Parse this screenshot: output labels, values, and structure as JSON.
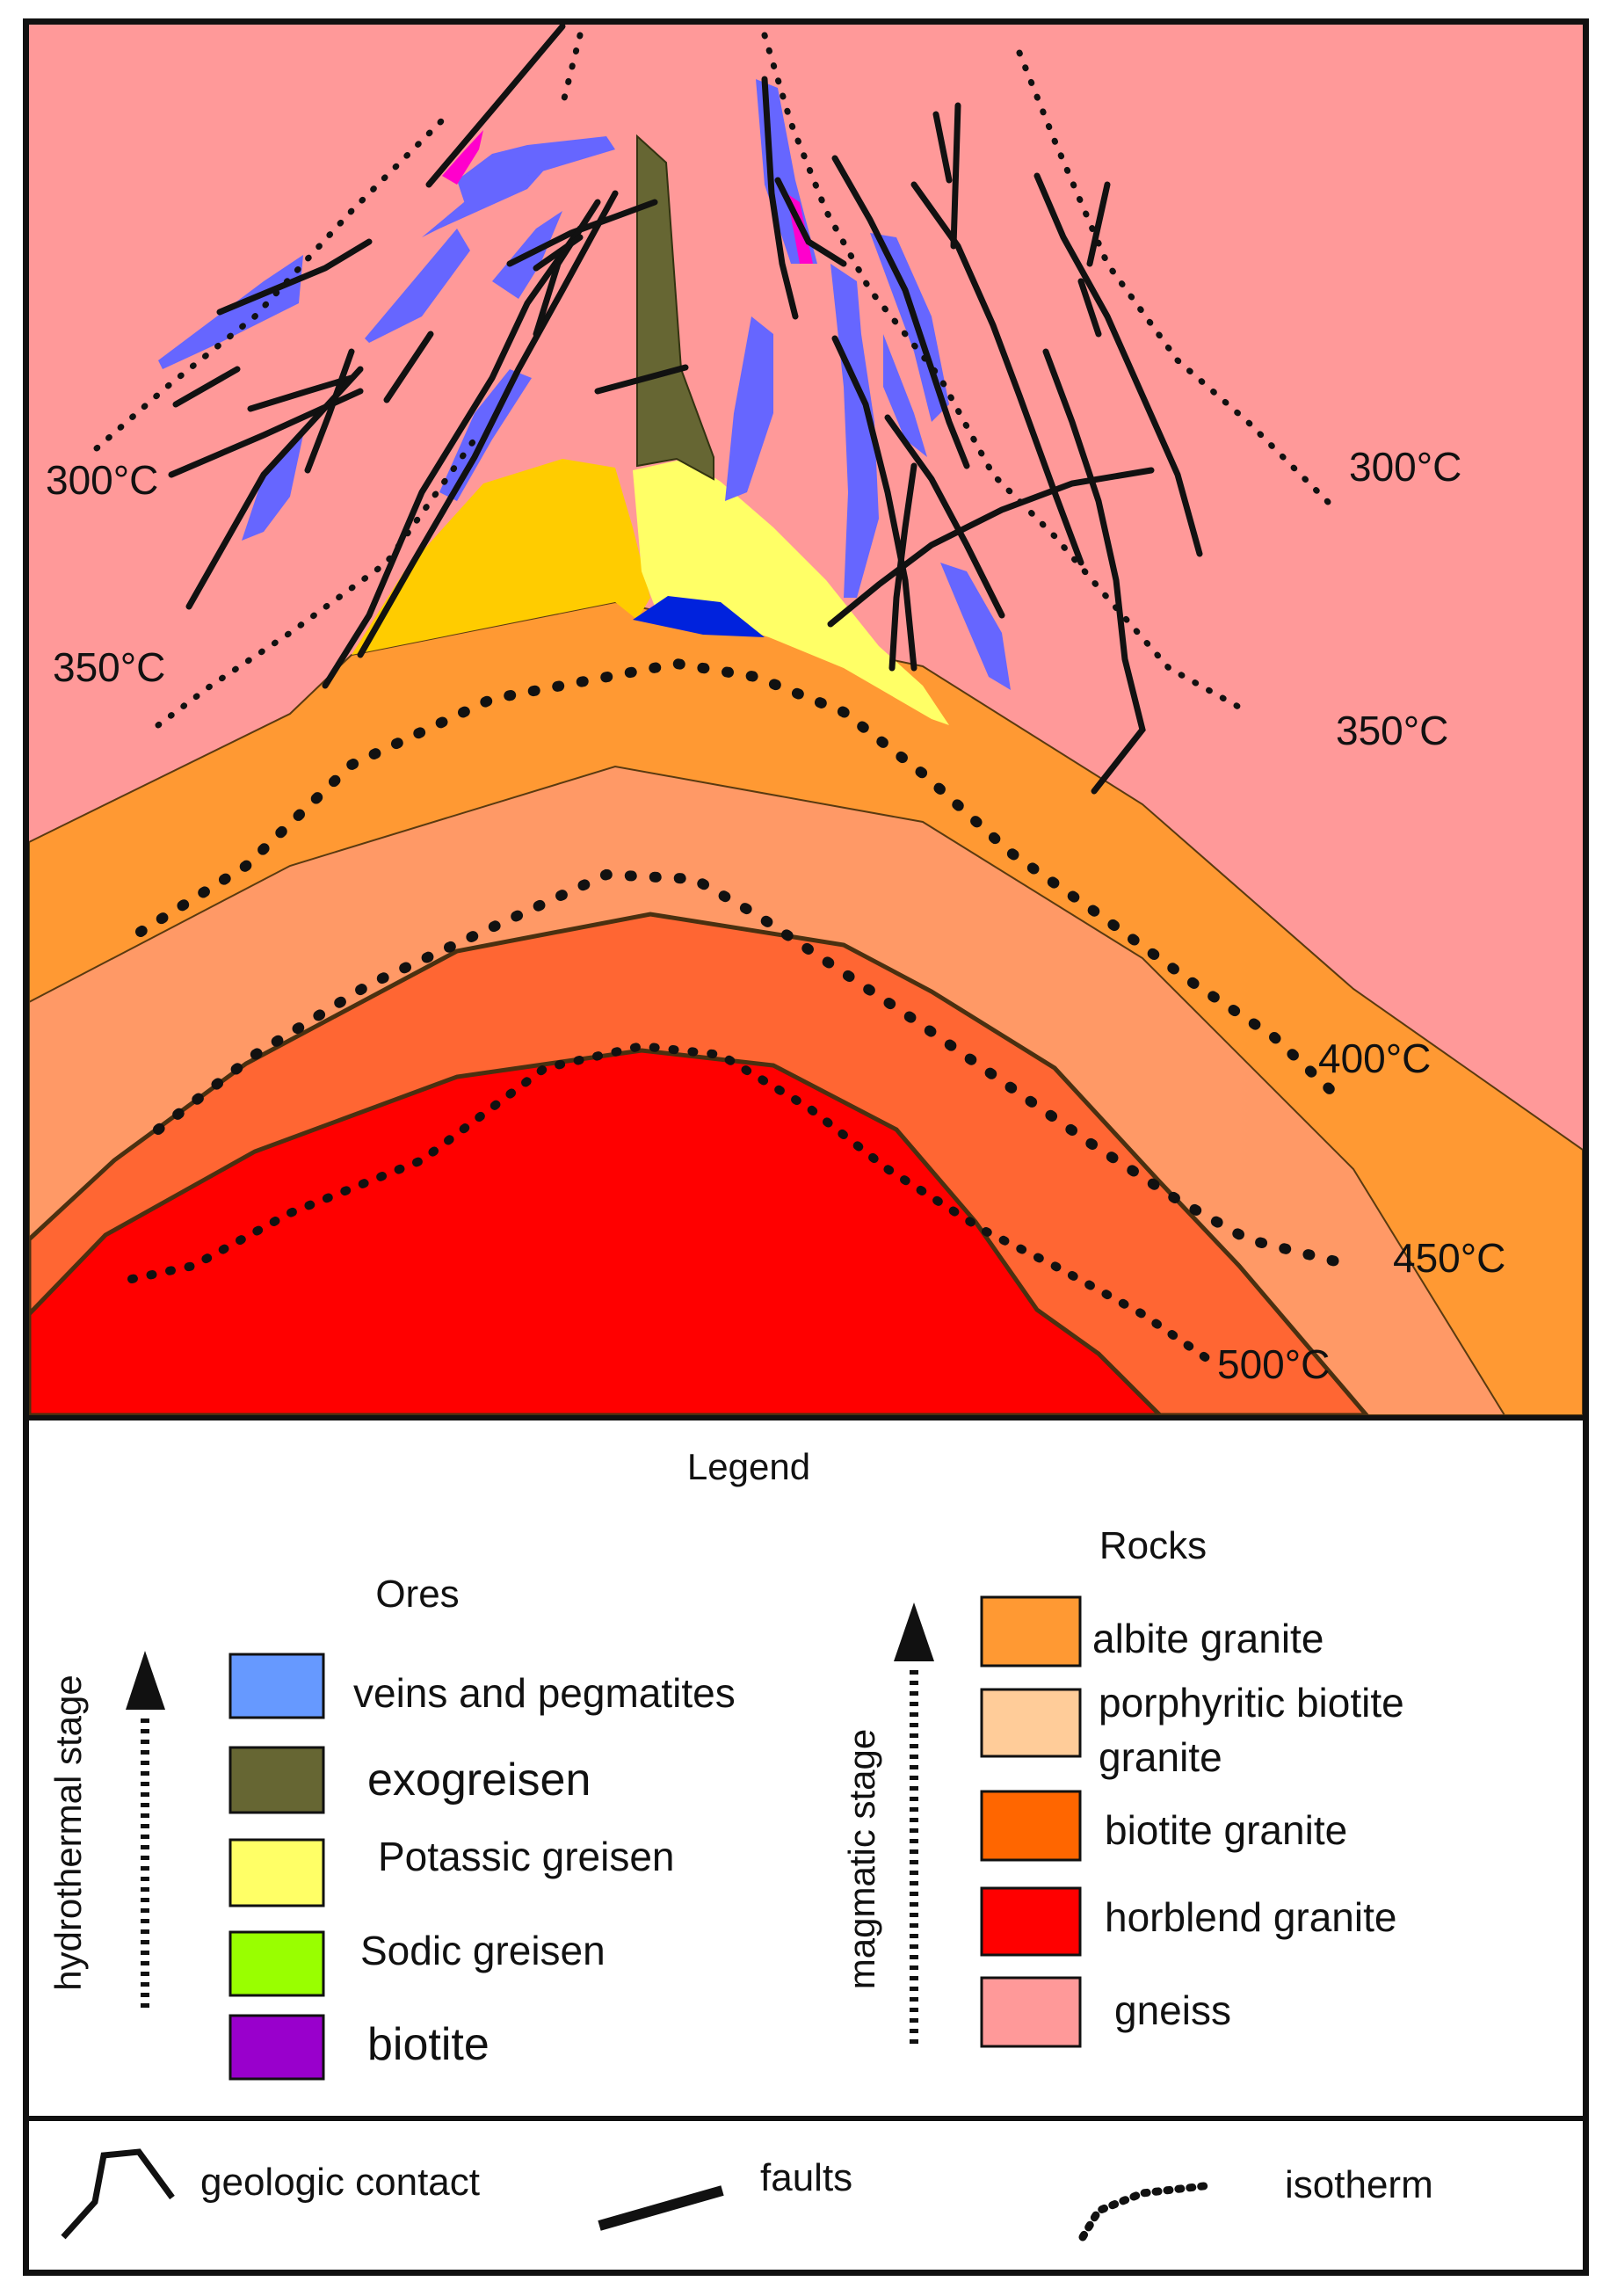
{
  "isotherms": {
    "t300_left": "300°C",
    "t300_right": "300°C",
    "t350_left": "350°C",
    "t350_right": "350°C",
    "t400": "400°C",
    "t450": "450°C",
    "t500": "500°C"
  },
  "legend": {
    "title": "Legend",
    "ores": {
      "title": "Ores",
      "stage": "hydrothermal stage",
      "items": [
        {
          "label": "veins and pegmatites",
          "color": "#6699ff"
        },
        {
          "label": "exogreisen",
          "color": "#666633"
        },
        {
          "label": "Potassic greisen",
          "color": "#ffff66"
        },
        {
          "label": "Sodic greisen",
          "color": "#99ff00"
        },
        {
          "label": "biotite",
          "color": "#9900cc"
        }
      ]
    },
    "rocks": {
      "title": "Rocks",
      "stage": "magmatic stage",
      "items": [
        {
          "label": "albite granite",
          "color": "#ff9933"
        },
        {
          "label_line1": "porphyritic biotite",
          "label_line2": "granite",
          "color": "#ffcc99"
        },
        {
          "label": "biotite granite",
          "color": "#ff6600"
        },
        {
          "label": "horblend granite",
          "color": "#ff0000"
        },
        {
          "label": "gneiss",
          "color": "#ff9999"
        }
      ]
    },
    "symbols": {
      "contact": "geologic contact",
      "faults": "faults",
      "isotherm": "isotherm"
    }
  },
  "colors": {
    "gneiss": "#ff9999",
    "albite_granite": "#ff9933",
    "porphyritic_biotite_granite": "#ff9966",
    "biotite_granite": "#ff6633",
    "horblend_granite": "#ff0000",
    "potassic_greisen": "#ffff66",
    "albite_cupola": "#ffcc00",
    "exogreisen": "#666633",
    "veins": "#6666ff",
    "sodic_blue": "#0022dd",
    "biotite_pink": "#ff00cc"
  }
}
